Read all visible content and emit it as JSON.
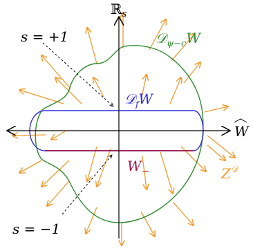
{
  "labels": {
    "vertical_axis": "ℝs",
    "horizontal_axis": "Ŵ",
    "s_plus": "s = +1",
    "s_minus": "s = −1",
    "domain_psi": "Dψ−cW",
    "domain_f": "DfW",
    "w_minus": "W−",
    "z_field": "ZD"
  },
  "colors": {
    "axes": "#000000",
    "curve_psi": "#2e8b2e",
    "curve_f": "#2a2ad8",
    "w_minus": "#9e1a4a",
    "vector_field": "#f39a2a"
  }
}
